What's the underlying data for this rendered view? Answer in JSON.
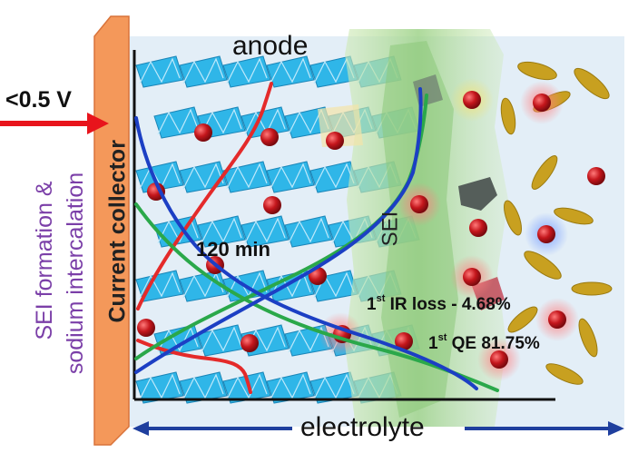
{
  "labels": {
    "voltage": "<0.5 V",
    "side_line1": "SEI formation &",
    "side_line2": "sodium intercalation",
    "collector": "Current collector",
    "anode": "anode",
    "sei": "SEI",
    "time": "120 min",
    "ir_prefix": "1",
    "ir_sup": "st",
    "ir_text": " IR loss - 4.68%",
    "qe_prefix": "1",
    "qe_sup": "st",
    "qe_text": " QE 81.75%",
    "electrolyte": "electrolyte"
  },
  "colors": {
    "collector": "#f4985a",
    "anode_crystal": "#2fb6e8",
    "sei_layer": "#a9d88e",
    "sodium_ion": "#c4161c",
    "solvent": "#c8a020",
    "curve_red": "#e42a2a",
    "curve_blue": "#1c3fc4",
    "curve_green": "#2aa84a",
    "arrow_red": "#e8141c",
    "arrow_blue": "#1f3f9e",
    "side_text": "#7b3fa8"
  }
}
